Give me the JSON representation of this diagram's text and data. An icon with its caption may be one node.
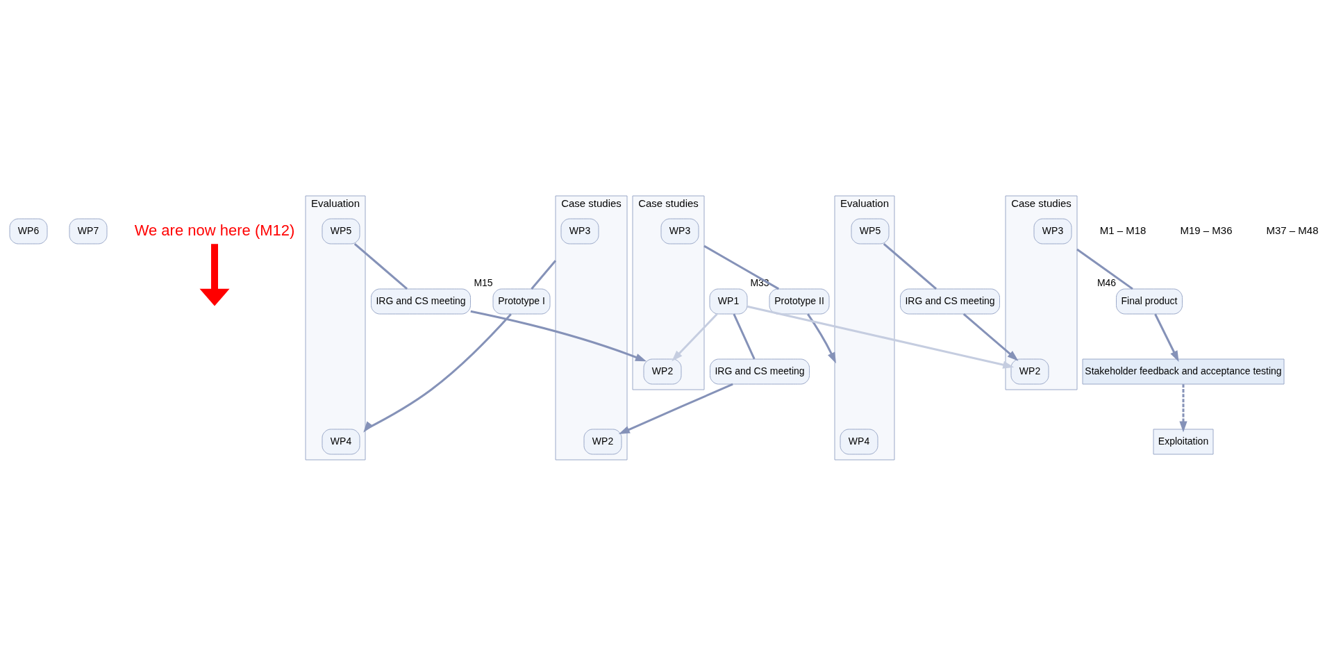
{
  "diagram": {
    "nodes": [
      {
        "text": [
          "WP6"
        ]
      },
      {
        "text": [
          "WP7"
        ]
      },
      {
        "text": [
          "We are now here (M12)"
        ]
      },
      {
        "text": [
          "Prototype I"
        ],
        "beside": [
          "M15"
        ]
      },
      {
        "text": [
          "Evaluation"
        ]
      },
      {
        "text": [
          "WP4"
        ],
        "in": 4
      },
      {
        "text": [
          "WP5"
        ],
        "in": 4
      },
      {
        "text": [
          "Case studies"
        ]
      },
      {
        "text": [
          "WP3"
        ],
        "in": 7
      },
      {
        "text": [
          "WP2"
        ],
        "in": 7
      },
      {
        "text": [
          "Prototype II"
        ],
        "beside": [
          "M33"
        ]
      },
      {
        "text": [
          "Evaluation"
        ]
      },
      {
        "text": [
          "WP4"
        ],
        "in": 11
      },
      {
        "text": [
          "WP5"
        ],
        "in": 11
      },
      {
        "text": [
          "Case studies"
        ]
      },
      {
        "text": [
          "WP3"
        ],
        "in": 14
      },
      {
        "text": [
          "WP2"
        ],
        "in": 14
      },
      {
        "text": [
          "Final product"
        ],
        "beside": [
          "M46"
        ]
      },
      {
        "text": [
          "Stakeholder feedback and acceptance testing"
        ]
      },
      {
        "text": [
          "Case studies"
        ]
      },
      {
        "text": [
          "WP3"
        ],
        "in": 19
      },
      {
        "text": [
          "WP2"
        ],
        "in": 19
      },
      {
        "text": [
          "IRG and CS meeting"
        ]
      },
      {
        "text": [
          "IRG and CS meeting"
        ]
      },
      {
        "text": [
          "IRG and CS meeting"
        ]
      },
      {
        "text": [
          "WP1"
        ]
      },
      {
        "text": [
          "Exploitation"
        ]
      }
    ],
    "edges": [
      {
        "from": 2,
        "to": null,
        "arrow": "to",
        "style": "thick",
        "color": "#ff0000"
      },
      {
        "from": 7,
        "to": 3,
        "arrow": "none"
      },
      {
        "from": 3,
        "to": 4,
        "arrow": "to"
      },
      {
        "from": 14,
        "to": 10,
        "arrow": "none"
      },
      {
        "from": 10,
        "to": 11,
        "arrow": "to"
      },
      {
        "from": 19,
        "to": 17,
        "arrow": "none"
      },
      {
        "from": 17,
        "to": 18,
        "arrow": "to"
      },
      {
        "from": 25,
        "to": 23,
        "arrow": "none"
      },
      {
        "from": 23,
        "to": 9,
        "arrow": "to"
      },
      {
        "from": 6,
        "to": 22,
        "arrow": "none"
      },
      {
        "from": 22,
        "to": 16,
        "arrow": "to"
      },
      {
        "from": 13,
        "to": 24,
        "arrow": "none"
      },
      {
        "from": 24,
        "to": 21,
        "arrow": "to"
      },
      {
        "from": 25,
        "to": 16,
        "arrow": "to",
        "color": "#c5cde0"
      },
      {
        "from": 25,
        "to": 21,
        "arrow": "to",
        "color": "#c5cde0"
      },
      {
        "from": 18,
        "to": 26,
        "arrow": "to",
        "style": "dashed"
      }
    ],
    "labels": [
      "M1 – M18",
      "M19 – M36",
      "M37 – M48"
    ]
  }
}
